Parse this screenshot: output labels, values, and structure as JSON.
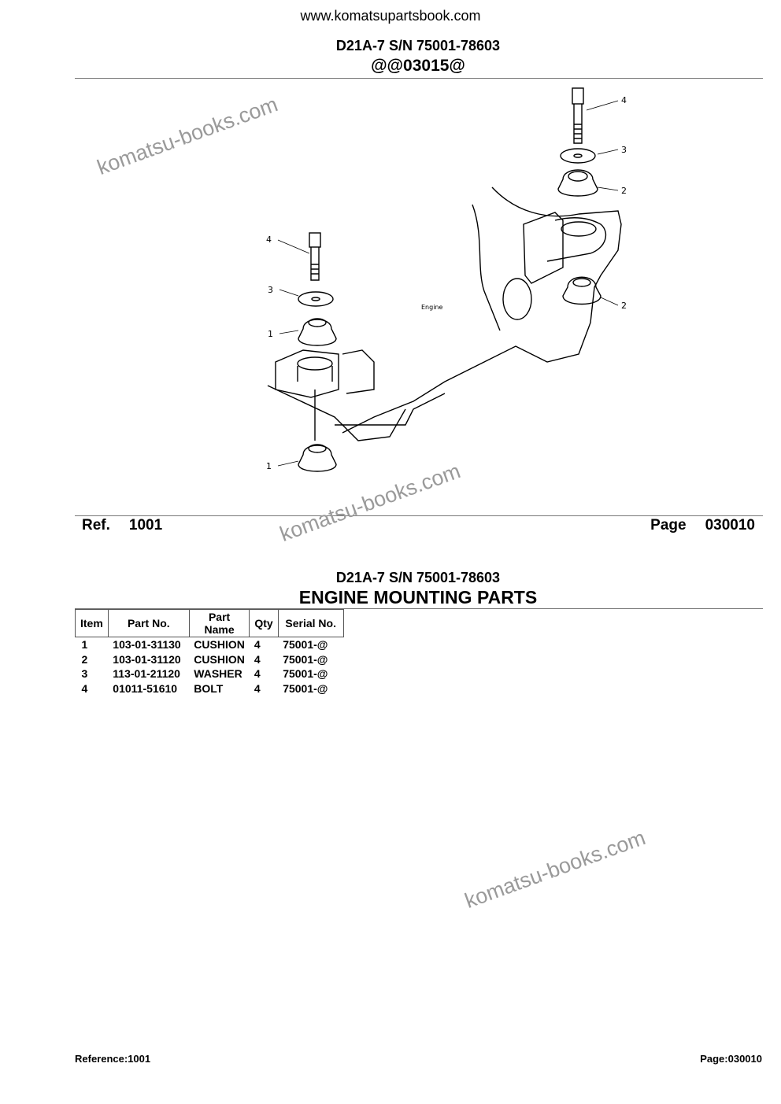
{
  "header": {
    "site_url": "www.komatsupartsbook.com",
    "model_serial": "D21A-7 S/N 75001-78603",
    "group_code": "@@03015@"
  },
  "illustration": {
    "callouts": [
      "4",
      "3",
      "2",
      "2",
      "4",
      "3",
      "1",
      "1"
    ],
    "engine_label": "Engine"
  },
  "ref_bar": {
    "ref_label": "Ref.",
    "ref_value": "1001",
    "page_label": "Page",
    "page_value": "030010"
  },
  "parts_section": {
    "model_serial": "D21A-7 S/N 75001-78603",
    "title": "ENGINE MOUNTING PARTS",
    "columns": [
      "Item",
      "Part No.",
      "Part Name",
      "Qty",
      "Serial No."
    ],
    "rows": [
      [
        "1",
        "103-01-31130",
        "CUSHION",
        "4",
        "75001-@"
      ],
      [
        "2",
        "103-01-31120",
        "CUSHION",
        "4",
        "75001-@"
      ],
      [
        "3",
        "113-01-21120",
        "WASHER",
        "4",
        "75001-@"
      ],
      [
        "4",
        "01011-51610",
        "BOLT",
        "4",
        "75001-@"
      ]
    ]
  },
  "footer": {
    "reference": "Reference:1001",
    "page": "Page:030010"
  },
  "watermarks": [
    "komatsu-books.com",
    "komatsu-books.com",
    "komatsu-books.com"
  ]
}
